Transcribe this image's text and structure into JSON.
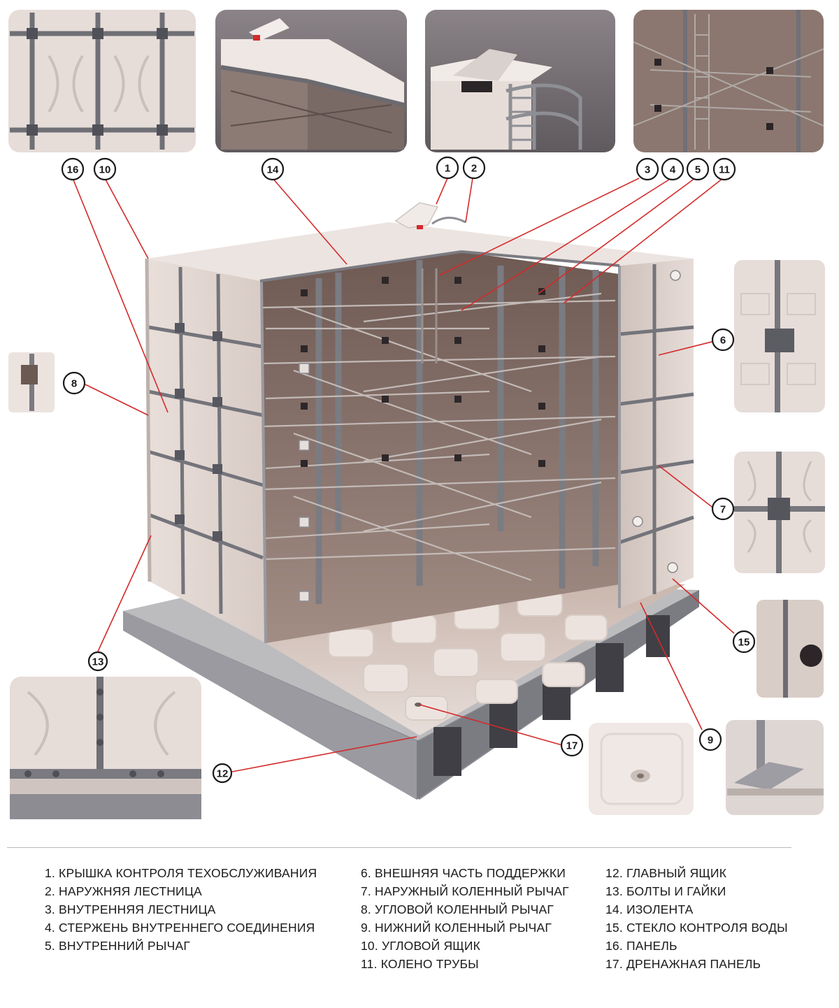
{
  "callouts": {
    "c1": "1",
    "c2": "2",
    "c3": "3",
    "c4": "4",
    "c5": "5",
    "c6": "6",
    "c7": "7",
    "c8": "8",
    "c9": "9",
    "c10": "10",
    "c11": "11",
    "c12": "12",
    "c13": "13",
    "c14": "14",
    "c15": "15",
    "c16": "16",
    "c17": "17"
  },
  "legend": {
    "col1": [
      "1. КРЫШКА КОНТРОЛЯ ТЕХОБСЛУЖИВАНИЯ",
      "2. НАРУЖНЯЯ ЛЕСТНИЦА",
      "3. ВНУТРЕННЯЯ ЛЕСТНИЦА",
      "4. СТЕРЖЕНЬ ВНУТРЕННЕГО СОЕДИНЕНИЯ",
      "5. ВНУТРЕННИЙ РЫЧАГ"
    ],
    "col2": [
      "6. ВНЕШНЯЯ ЧАСТЬ ПОДДЕРЖКИ",
      "7. НАРУЖНЫЙ КОЛЕННЫЙ РЫЧАГ",
      "8. УГЛОВОЙ КОЛЕННЫЙ РЫЧАГ",
      "9. НИЖНИЙ КОЛЕННЫЙ РЫЧАГ",
      "10. УГЛОВОЙ ЯЩИК",
      "11. КОЛЕНО ТРУБЫ"
    ],
    "col3": [
      "12. ГЛАВНЫЙ ЯЩИК",
      "13. БОЛТЫ И ГАЙКИ",
      "14. ИЗОЛЕНТА",
      "15. СТЕКЛО КОНТРОЛЯ ВОДЫ",
      "16. ПАНЕЛЬ",
      "17. ДРЕНАЖНАЯ ПАНЕЛЬ"
    ]
  },
  "colors": {
    "leader": "#d42a2a",
    "panel": "#ece2dd",
    "interior": "#8a756d",
    "frame": "#7a7a80",
    "base": "#8c8c90"
  }
}
